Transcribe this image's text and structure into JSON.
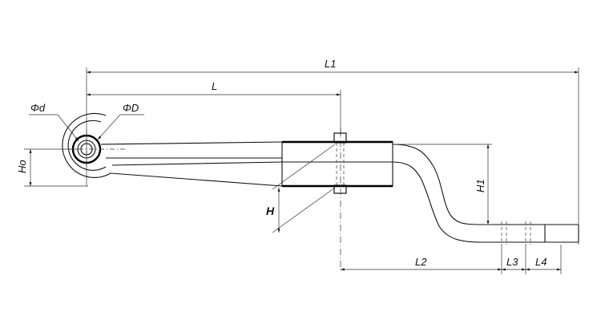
{
  "drawing": {
    "labels": {
      "L1": "L1",
      "L": "L",
      "d": "Φd",
      "D": "ΦD",
      "Ho": "Ho",
      "H": "H",
      "H1": "H1",
      "L2": "L2",
      "L3": "L3",
      "L4": "L4"
    }
  }
}
